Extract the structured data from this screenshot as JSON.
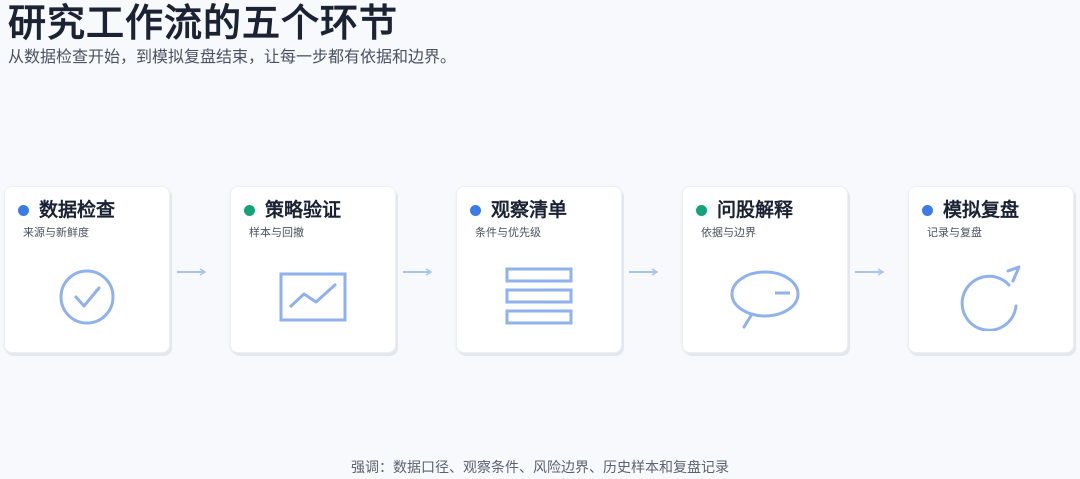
{
  "title": "研究工作流的五个环节",
  "subtitle": "从数据检查开始，到模拟复盘结束，让每一步都有依据和边界。",
  "colors": {
    "blue": "#3b7be8",
    "green": "#12a37a",
    "icon_stroke": "#8fb2ee",
    "arrow": "#a9c3f0"
  },
  "steps": [
    {
      "title": "数据检查",
      "subtitle": "来源与新鲜度",
      "dot_color": "#3b7be8",
      "icon": "check-circle-icon"
    },
    {
      "title": "策略验证",
      "subtitle": "样本与回撤",
      "dot_color": "#12a37a",
      "icon": "line-chart-icon"
    },
    {
      "title": "观察清单",
      "subtitle": "条件与优先级",
      "dot_color": "#3b7be8",
      "icon": "list-icon"
    },
    {
      "title": "问股解释",
      "subtitle": "依据与边界",
      "dot_color": "#12a37a",
      "icon": "speech-bubble-icon"
    },
    {
      "title": "模拟复盘",
      "subtitle": "记录与复盘",
      "dot_color": "#3b7be8",
      "icon": "refresh-icon"
    }
  ],
  "footer_note": "强调：数据口径、观察条件、风险边界、历史样本和复盘记录"
}
